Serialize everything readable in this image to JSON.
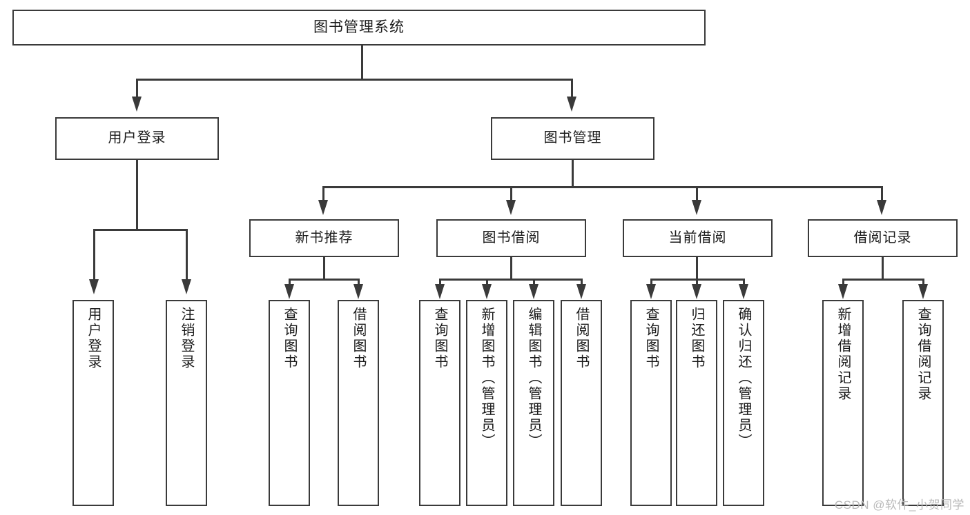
{
  "diagram": {
    "type": "tree",
    "title": "图书管理系统",
    "root": {
      "label": "图书管理系统"
    },
    "level2": [
      {
        "label": "用户登录"
      },
      {
        "label": "图书管理"
      }
    ],
    "level3": [
      {
        "label": "新书推荐"
      },
      {
        "label": "图书借阅"
      },
      {
        "label": "当前借阅"
      },
      {
        "label": "借阅记录"
      }
    ],
    "leaves": {
      "user_login": [
        {
          "label": "用户登录"
        },
        {
          "label": "注销登录"
        }
      ],
      "new_book": [
        {
          "label": "查询图书"
        },
        {
          "label": "借阅图书"
        }
      ],
      "book_borrow": [
        {
          "label": "查询图书"
        },
        {
          "label": "新增图书（管理员）"
        },
        {
          "label": "编辑图书（管理员）"
        },
        {
          "label": "借阅图书"
        }
      ],
      "current_borrow": [
        {
          "label": "查询图书"
        },
        {
          "label": "归还图书"
        },
        {
          "label": "确认归还（管理员）"
        }
      ],
      "borrow_record": [
        {
          "label": "新增借阅记录"
        },
        {
          "label": "查询借阅记录"
        }
      ]
    }
  },
  "watermark": {
    "text": "CSDN @软件_小贺同学"
  },
  "colors": {
    "stroke": "#3a3a3a",
    "fill": "#ffffff",
    "text": "#1b1b1b",
    "watermark": "#b9b9b9"
  }
}
